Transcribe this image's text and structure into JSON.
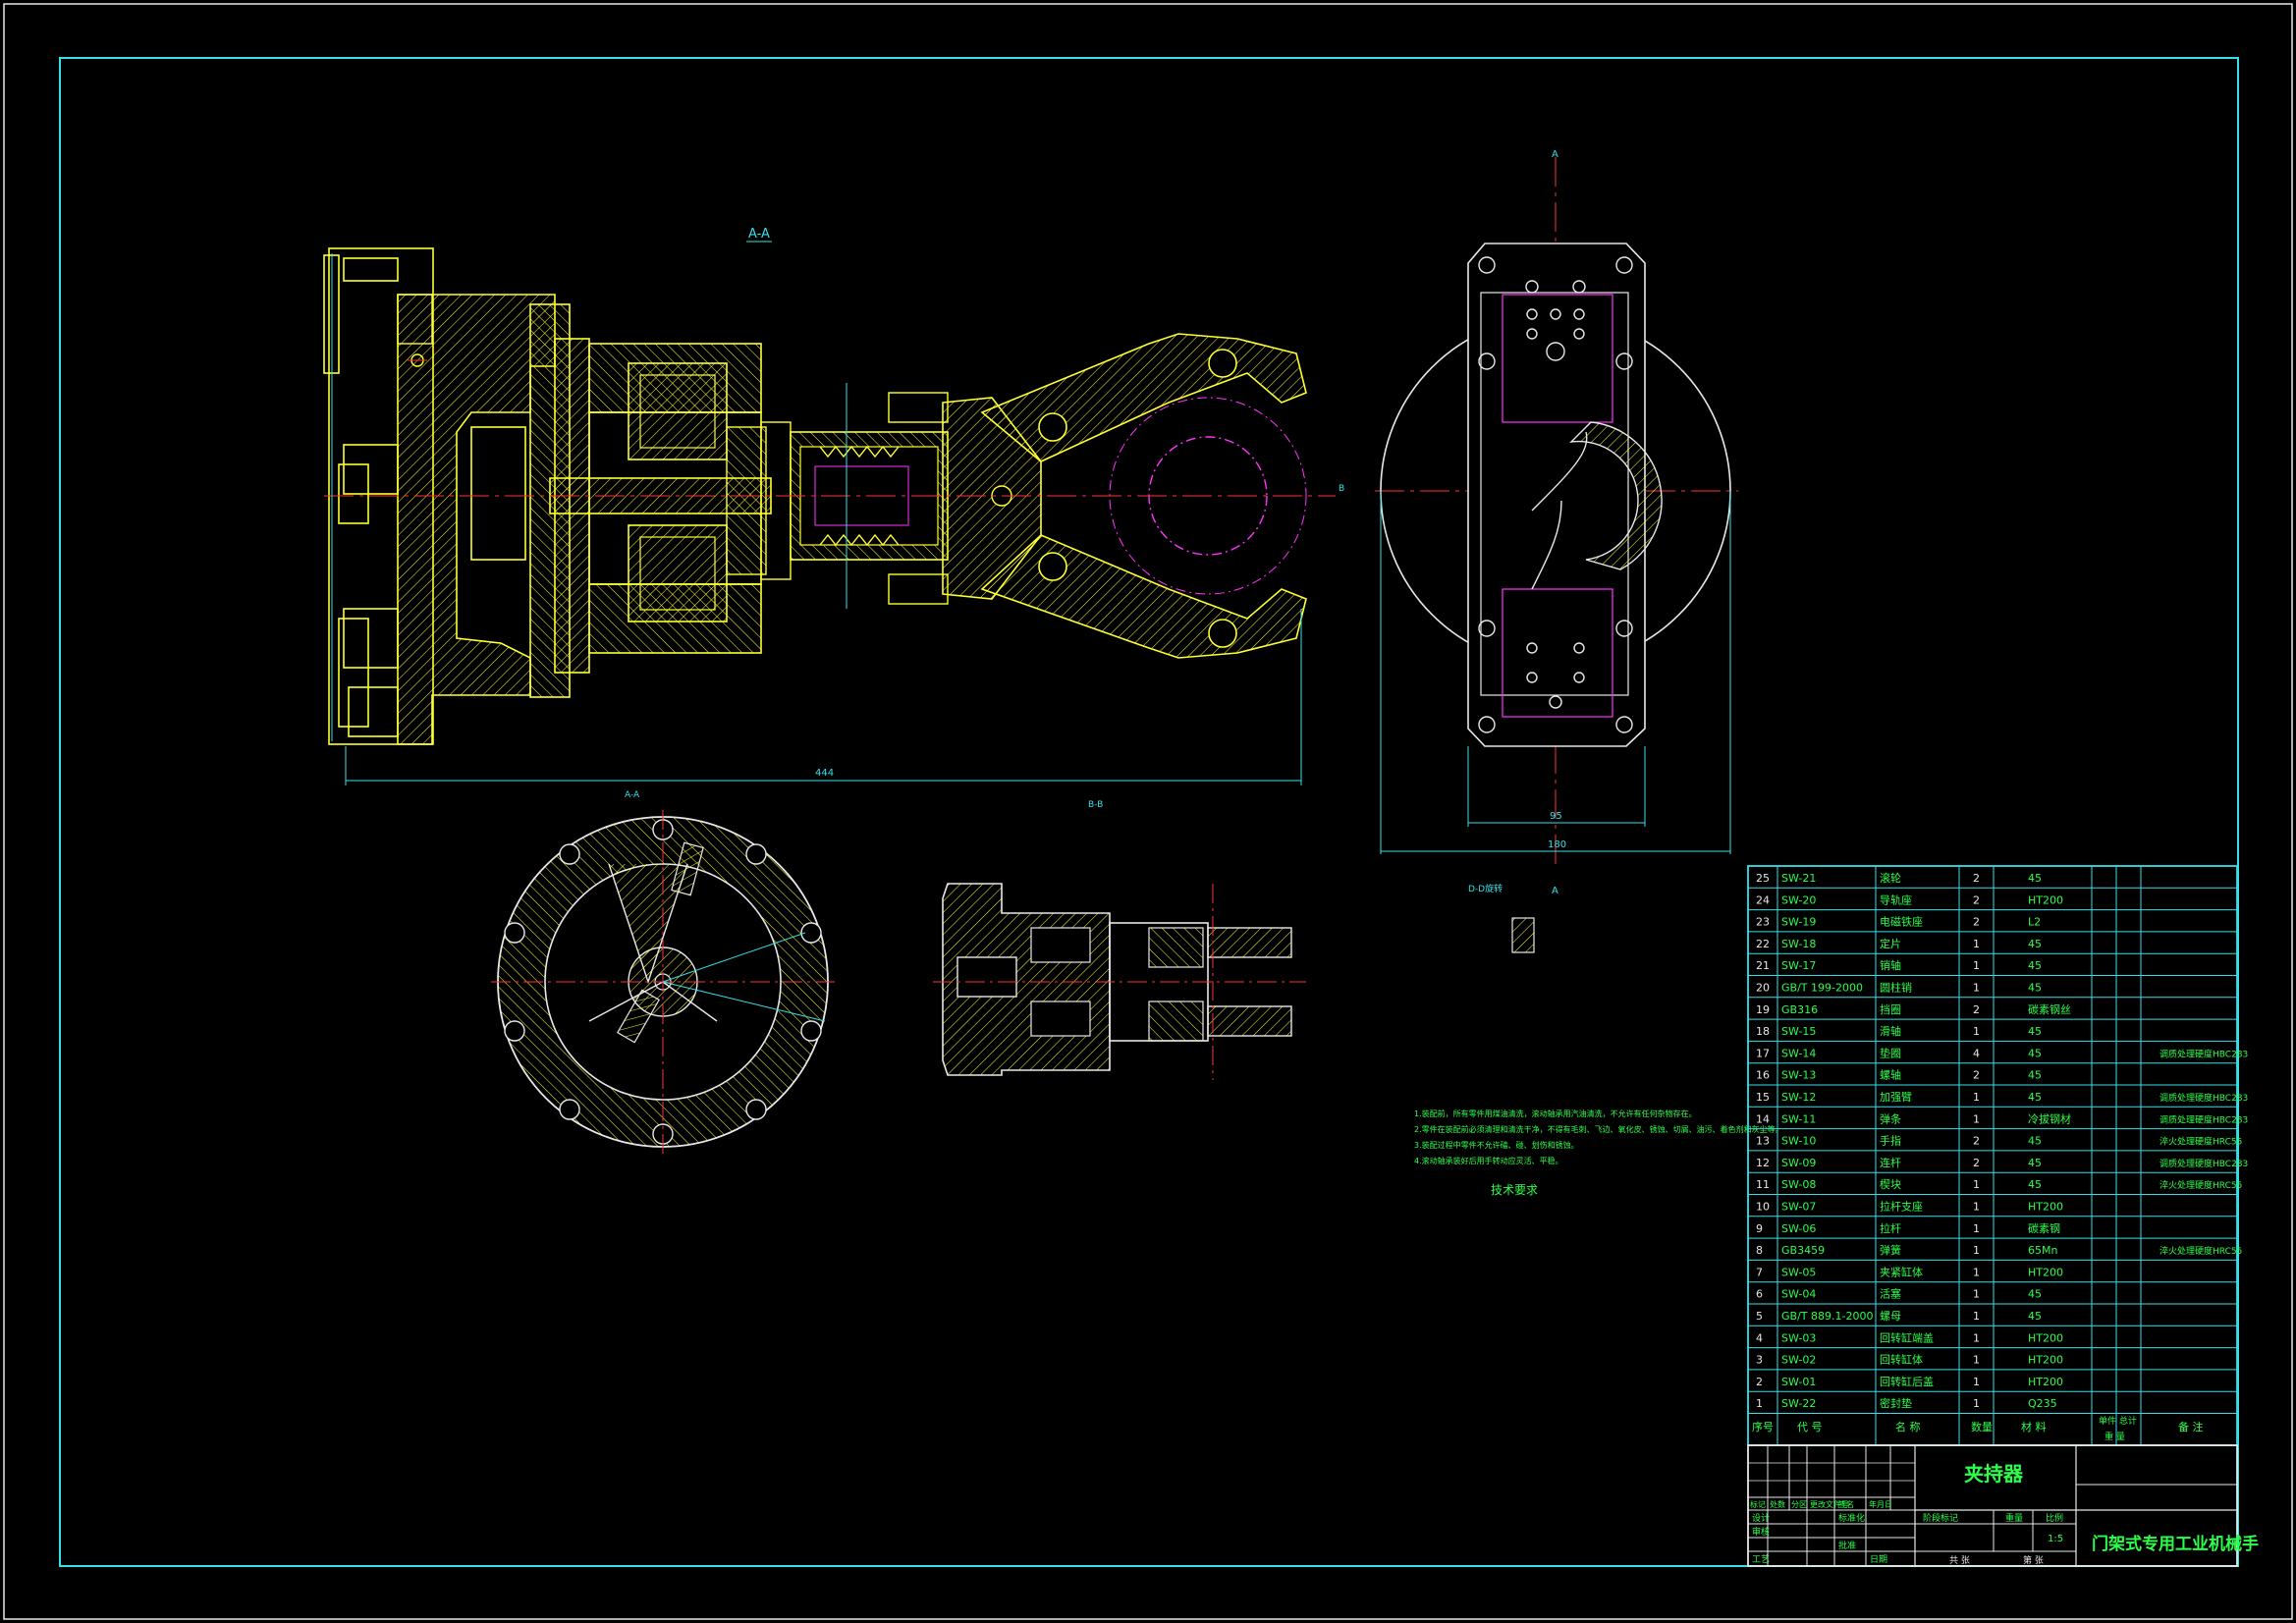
{
  "views": {
    "section_a_label": "A-A",
    "section_a_label_bottom": "A-A",
    "section_b_label": "B-B",
    "dim_444": "444",
    "dim_95": "95",
    "dim_180": "180",
    "cut_a_top": "A",
    "cut_a_bottom": "A",
    "cut_b": "B",
    "detail_label": "D-D旋转"
  },
  "tech_req": {
    "lines": [
      "1.装配前，所有零件用煤油清洗，滚动轴承用汽油清洗，不允许有任何杂物存在。",
      "2.零件在装配前必须清理和清洗干净，不得有毛刺、飞边、氧化皮、锈蚀、切屑、油污、着色剂和灰尘等。",
      "3.装配过程中零件不允许磕、碰、划伤和锈蚀。",
      "4.滚动轴承装好后用手转动应灵活、平稳。"
    ],
    "title": "技术要求"
  },
  "bom": {
    "rows": [
      {
        "no": "25",
        "code": "SW-21",
        "name": "滚轮",
        "qty": "2",
        "mat": "45",
        "note": ""
      },
      {
        "no": "24",
        "code": "SW-20",
        "name": "导轨座",
        "qty": "2",
        "mat": "HT200",
        "note": ""
      },
      {
        "no": "23",
        "code": "SW-19",
        "name": "电磁铁座",
        "qty": "2",
        "mat": "L2",
        "note": ""
      },
      {
        "no": "22",
        "code": "SW-18",
        "name": "定片",
        "qty": "1",
        "mat": "45",
        "note": ""
      },
      {
        "no": "21",
        "code": "SW-17",
        "name": "销轴",
        "qty": "1",
        "mat": "45",
        "note": ""
      },
      {
        "no": "20",
        "code": "GB/T 199-2000",
        "name": "圆柱销",
        "qty": "1",
        "mat": "45",
        "note": ""
      },
      {
        "no": "19",
        "code": "GB316",
        "name": "挡圈",
        "qty": "2",
        "mat": "碳素钢丝",
        "note": ""
      },
      {
        "no": "18",
        "code": "SW-15",
        "name": "滑轴",
        "qty": "1",
        "mat": "45",
        "note": ""
      },
      {
        "no": "17",
        "code": "SW-14",
        "name": "垫圈",
        "qty": "4",
        "mat": "45",
        "note": "调质处理硬度HBC283"
      },
      {
        "no": "16",
        "code": "SW-13",
        "name": "螺轴",
        "qty": "2",
        "mat": "45",
        "note": ""
      },
      {
        "no": "15",
        "code": "SW-12",
        "name": "加强臂",
        "qty": "1",
        "mat": "45",
        "note": "调质处理硬度HBC283"
      },
      {
        "no": "14",
        "code": "SW-11",
        "name": "弹条",
        "qty": "1",
        "mat": "冷拔钢材",
        "note": "调质处理硬度HBC283"
      },
      {
        "no": "13",
        "code": "SW-10",
        "name": "手指",
        "qty": "2",
        "mat": "45",
        "note": "淬火处理硬度HRC55"
      },
      {
        "no": "12",
        "code": "SW-09",
        "name": "连杆",
        "qty": "2",
        "mat": "45",
        "note": "调质处理硬度HBC283"
      },
      {
        "no": "11",
        "code": "SW-08",
        "name": "楔块",
        "qty": "1",
        "mat": "45",
        "note": "淬火处理硬度HRC55"
      },
      {
        "no": "10",
        "code": "SW-07",
        "name": "拉杆支座",
        "qty": "1",
        "mat": "HT200",
        "note": ""
      },
      {
        "no": "9",
        "code": "SW-06",
        "name": "拉杆",
        "qty": "1",
        "mat": "碳素钢",
        "note": ""
      },
      {
        "no": "8",
        "code": "GB3459",
        "name": "弹簧",
        "qty": "1",
        "mat": "65Mn",
        "note": "淬火处理硬度HRC55"
      },
      {
        "no": "7",
        "code": "SW-05",
        "name": "夹紧缸体",
        "qty": "1",
        "mat": "HT200",
        "note": ""
      },
      {
        "no": "6",
        "code": "SW-04",
        "name": "活塞",
        "qty": "1",
        "mat": "45",
        "note": ""
      },
      {
        "no": "5",
        "code": "GB/T 889.1-2000",
        "name": "螺母",
        "qty": "1",
        "mat": "45",
        "note": ""
      },
      {
        "no": "4",
        "code": "SW-03",
        "name": "回转缸端盖",
        "qty": "1",
        "mat": "HT200",
        "note": ""
      },
      {
        "no": "3",
        "code": "SW-02",
        "name": "回转缸体",
        "qty": "1",
        "mat": "HT200",
        "note": ""
      },
      {
        "no": "2",
        "code": "SW-01",
        "name": "回转缸后盖",
        "qty": "1",
        "mat": "HT200",
        "note": ""
      },
      {
        "no": "1",
        "code": "SW-22",
        "name": "密封垫",
        "qty": "1",
        "mat": "Q235",
        "note": ""
      }
    ],
    "header": {
      "no": "序号",
      "code": "代 号",
      "name": "名 称",
      "qty": "数量",
      "mat": "材 料",
      "unit_total": "单件 总计",
      "weight": "重 量",
      "note": "备 注"
    }
  },
  "title_block": {
    "part_name": "夹持器",
    "project": "门架式专用工业机械手",
    "scale": "1:5",
    "col_weight": "重量",
    "col_scale": "比例",
    "col_stage": "阶段标记",
    "row_design": "设计",
    "row_check": "审核",
    "row_process": "工艺",
    "row_std": "标准化",
    "row_approve": "批准",
    "date": "日期",
    "sheets_total": "共 张",
    "sheet_no": "第 张",
    "rev_cols": [
      "标记",
      "处数",
      "分区",
      "更改文件号",
      "签名",
      "年月日"
    ]
  },
  "colors": {
    "frame": "#35e0e8",
    "part": "#ffff33",
    "hatch": "#ffff33",
    "center": "#ff3333",
    "phantom": "#ff33ff",
    "dim": "#35e0e8",
    "text_green": "#2bff4a",
    "white": "#e8e8e8"
  }
}
